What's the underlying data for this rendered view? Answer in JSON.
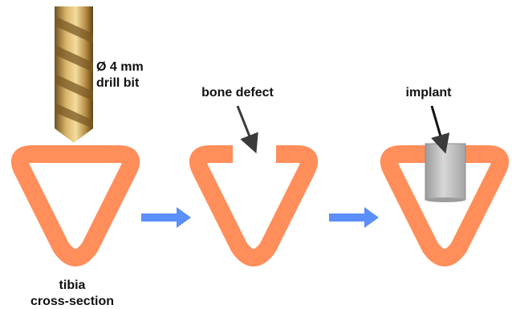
{
  "labels": {
    "drill_size": "Ø 4 mm",
    "drill_name": "drill bit",
    "defect": "bone defect",
    "implant": "implant",
    "tibia_line1": "tibia",
    "tibia_line2": "cross-section"
  },
  "colors": {
    "bone": "#FF8E5A",
    "flow_arrow": "#5B8FF9",
    "pointer": "#3a3a3a",
    "drill_gold": "#C9A25A",
    "drill_dark": "#6E5220",
    "implant_gray": "#B8B8B8"
  },
  "icons": {
    "drill": "drill-bit-icon",
    "flow": "right-arrow-icon"
  }
}
